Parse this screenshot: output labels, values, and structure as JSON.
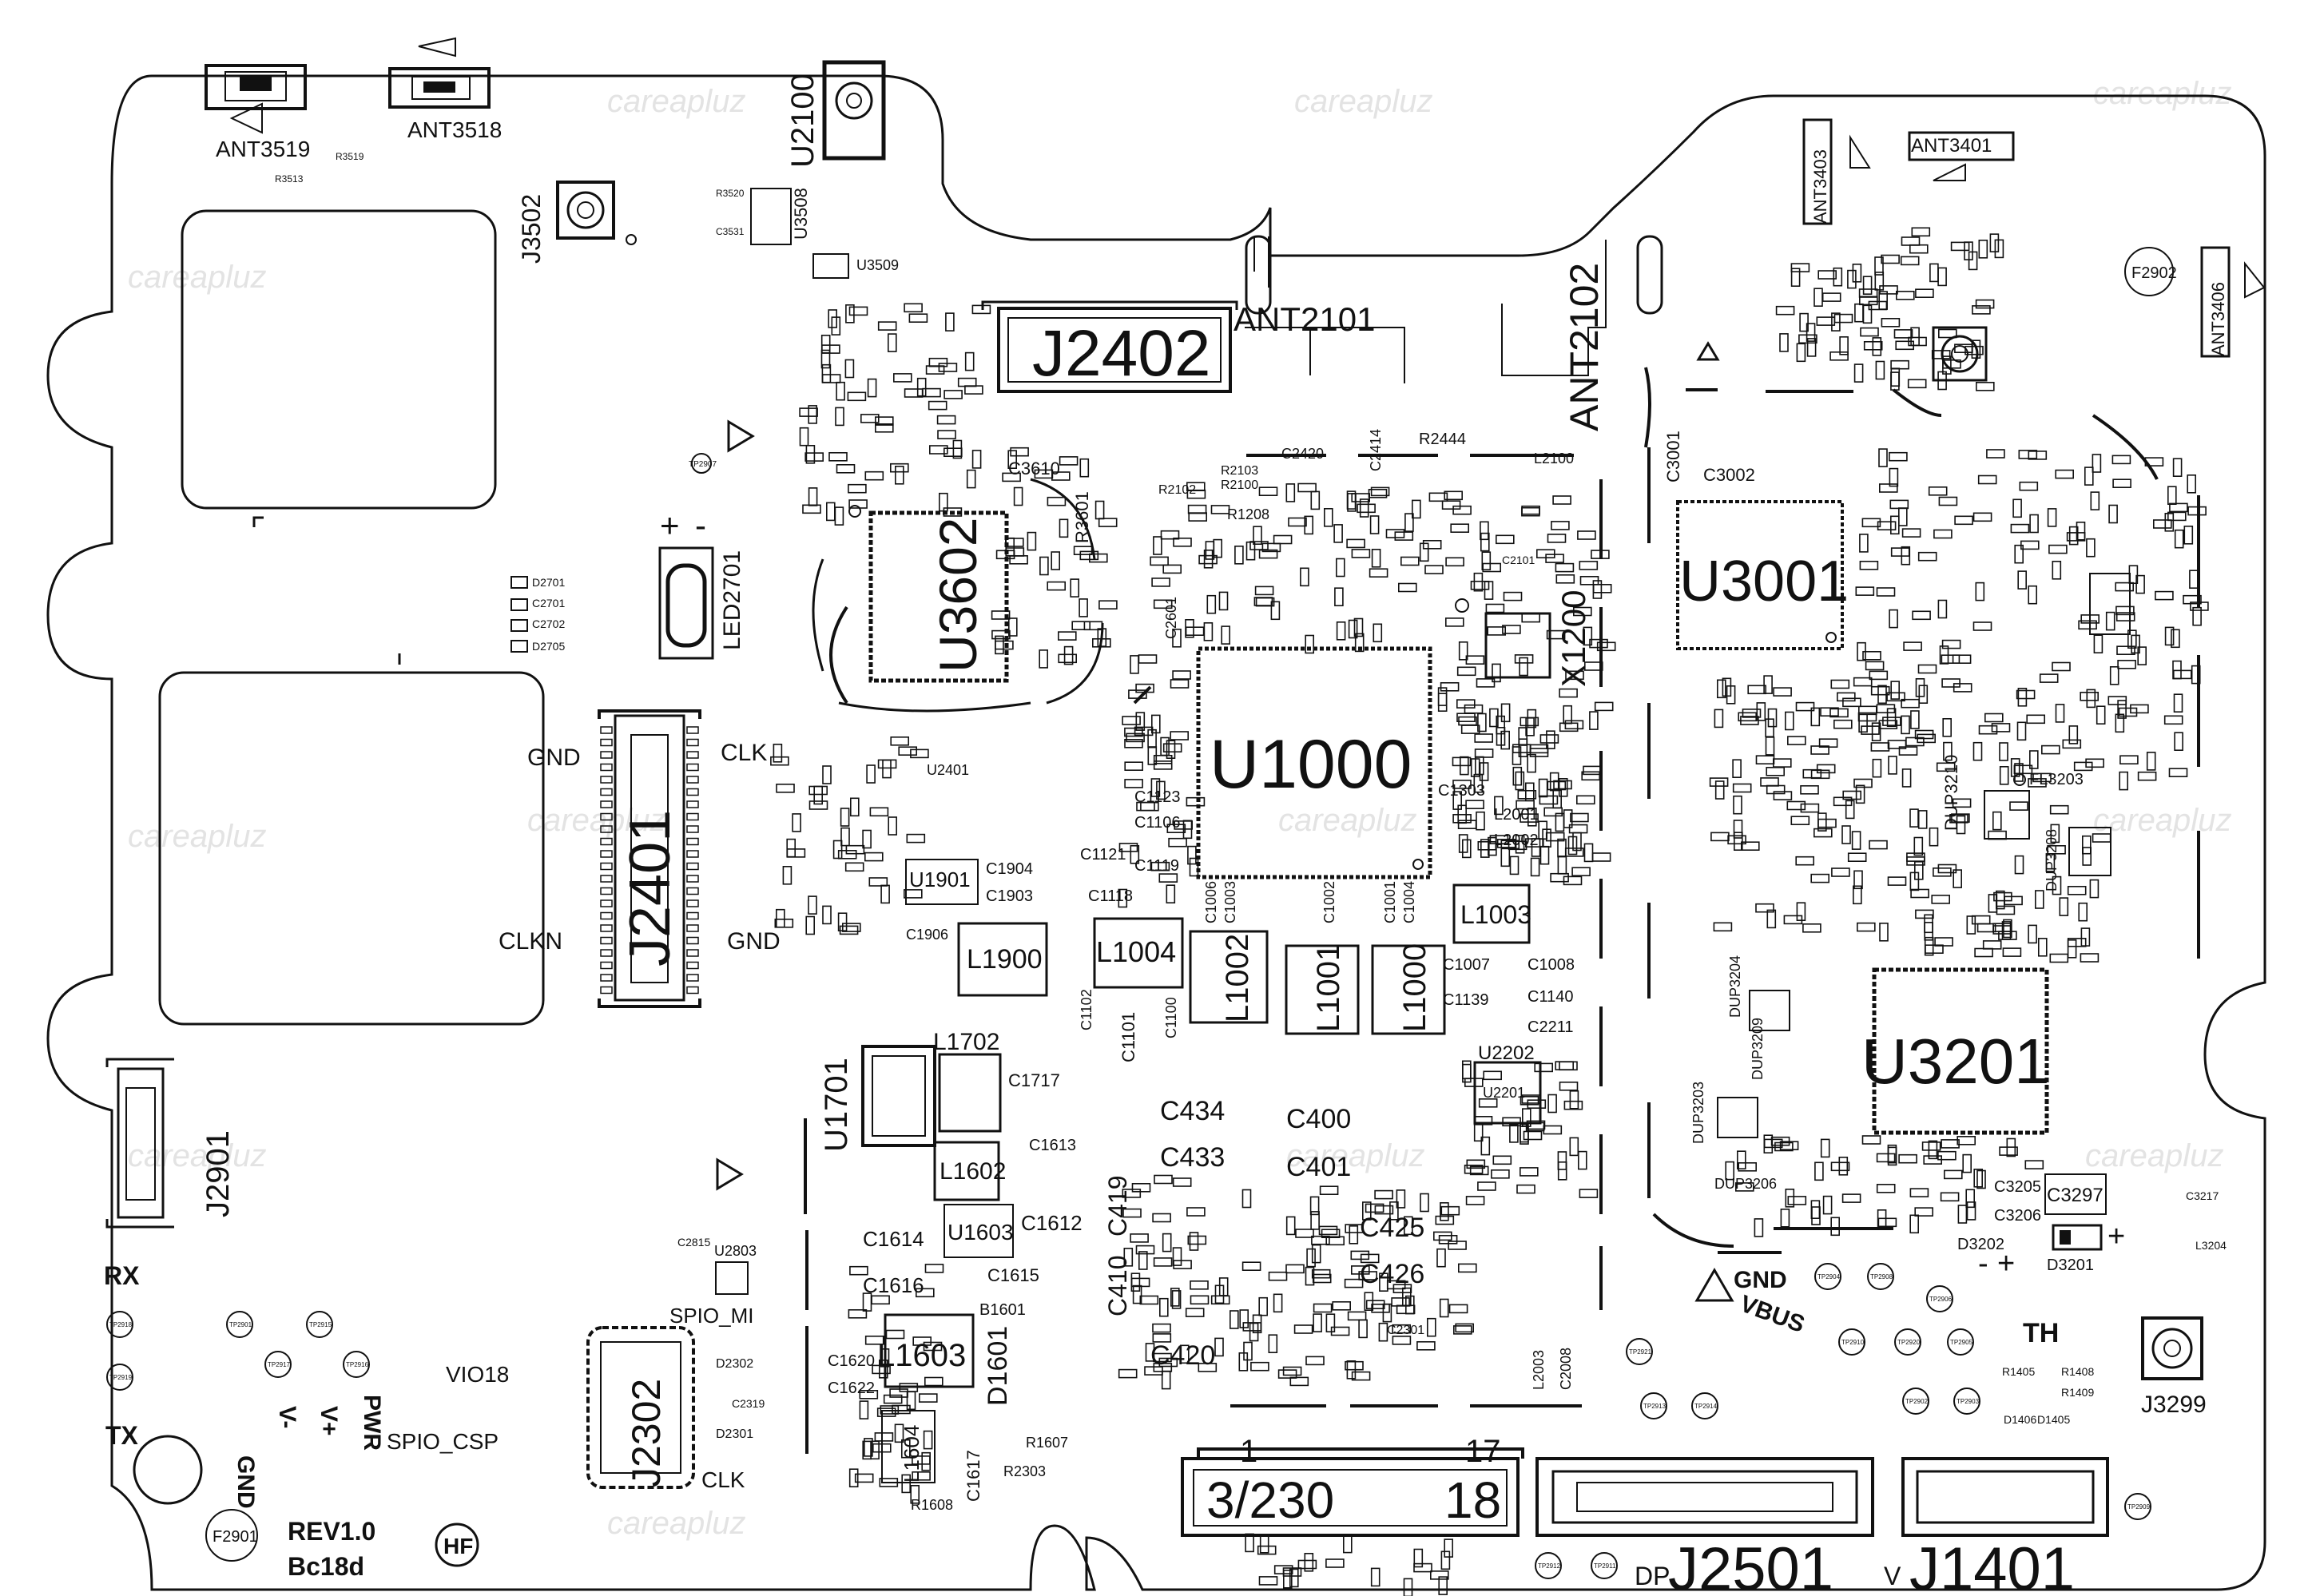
{
  "watermark": "careapluz",
  "big_labels": {
    "u1000": "U1000",
    "u3001": "U3001",
    "u3201": "U3201",
    "u3602": "U3602",
    "j2402": "J2402",
    "j2401": "J2401",
    "j2501": "J2501",
    "j1401": "J1401",
    "j2302": "J2302",
    "j2901": "J2901",
    "u2100": "U2100",
    "ant2101": "ANT2101",
    "ant2102": "ANT2102",
    "x1200": "X1200",
    "l1603": "L1603",
    "l1900": "L1900",
    "l1004": "L1004",
    "l1002": "L1002",
    "l1001": "L1001",
    "l1000": "L1000",
    "l1003": "L1003",
    "u1701": "U1701",
    "l1702": "L1702",
    "l1602": "L1602",
    "u1603": "U1603",
    "j3502": "J3502",
    "led2701": "LED2701",
    "c434": "C434",
    "c433": "C433",
    "c400": "C400",
    "c401": "C401",
    "c425": "C425",
    "c426": "C426",
    "c420": "C420",
    "c419": "C419",
    "c410": "C410",
    "u1901": "U1901",
    "l1604": "L1604"
  },
  "pins": {
    "gnd_left": "GND",
    "clk_right": "CLK",
    "clkn": "CLKN",
    "gnd_right": "GND",
    "spio_mi": "SPIO_MI",
    "vio18": "VIO18",
    "spio_csp": "SPIO_CSP",
    "clk_low": "CLK",
    "rx": "RX",
    "tx": "TX",
    "gnd_bottom": "GND",
    "v_minus": "V-",
    "v_plus": "V+",
    "pwr": "PWR",
    "gnd_vbus": "GND",
    "vbus": "VBUS",
    "th": "TH",
    "dp": "DP",
    "v": "V",
    "plus": "+",
    "minus": "-"
  },
  "footer": {
    "rev": "REV1.0",
    "code": "Bc18d",
    "hf": "HF"
  },
  "small_labels": {
    "ant3519": "ANT3519",
    "ant3518": "ANT3518",
    "ant3401": "ANT3401",
    "ant3403": "ANT3403",
    "ant3406": "ANT3406",
    "j3299": "J3299",
    "u3509": "U3509",
    "u3508": "U3508",
    "c3610": "C3610",
    "r3601": "R3601",
    "c2101": "C2101",
    "l2100": "L2100",
    "r2444": "R2444",
    "c2414": "C2414",
    "c2420": "C2420",
    "r2103": "R2103",
    "r2100": "R2100",
    "r2102": "R2102",
    "r1208": "R1208",
    "c2601": "C2601",
    "c3002": "C3002",
    "c3001": "C3001",
    "u2401": "U2401",
    "c1904": "C1904",
    "c1903": "C1903",
    "c1906": "C1906",
    "c1123": "C1123",
    "c1106": "C1106",
    "c1121": "C1121",
    "c1119": "C1119",
    "c1118": "C1118",
    "c1303": "C1303",
    "l2001": "L2001",
    "l2002": "L2002",
    "c1007": "C1007",
    "c1008": "C1008",
    "c1139": "C1139",
    "c1140": "C1140",
    "c2211": "C2211",
    "u2201": "U2201",
    "u2202": "U2202",
    "c1717": "C1717",
    "c1613": "C1613",
    "c1612": "C1612",
    "c1614": "C1614",
    "c1616": "C1616",
    "c1615": "C1615",
    "b1601": "B1601",
    "c1620": "C1620",
    "c1622": "C1622",
    "c1617": "C1617",
    "d1601": "D1601",
    "r1607": "R1607",
    "r1608": "R1608",
    "r2303": "R2303",
    "u2803": "U2803",
    "c2815": "C2815",
    "c3205": "C3205",
    "c3206": "C3206",
    "c3297": "C3297",
    "d3202": "D3202",
    "d3201": "D3201",
    "l3204": "L3204",
    "c3217": "C3217",
    "fl3203": "FL3203",
    "dup3210": "DUP3210",
    "dup3208": "DUP3208",
    "dup3204": "DUP3204",
    "dup3209": "DUP3209",
    "dup3203": "DUP3203",
    "dup3206": "DUP3206",
    "f2902": "F2902",
    "f2901": "F2901",
    "tp2907": "TP2907",
    "tp2918": "TP2918",
    "tp2919": "TP2919",
    "tp2901": "TP2901",
    "tp2915": "TP2915",
    "tp2917": "TP2917",
    "tp2916": "TP2916",
    "tp2904": "TP2904",
    "tp2908": "TP2908",
    "tp2906": "TP2906",
    "tp2910": "TP2910",
    "tp2920": "TP2920",
    "tp2902": "TP2902",
    "tp2903": "TP2903",
    "tp2905": "TP2905",
    "tp2909": "TP2909",
    "tp2912": "TP2912",
    "tp2911": "TP2911",
    "tp2913": "TP2913",
    "tp2914": "TP2914",
    "tp2921": "TP2921",
    "d2701": "D2701",
    "c2701": "C2701",
    "c2702": "C2702",
    "d2705": "D2705",
    "r1408": "R1408",
    "r1409": "R1409",
    "d1406": "D1406",
    "d1405": "D1405",
    "r1405": "R1405",
    "c2319": "C2319",
    "d2302": "D2302",
    "d2301": "D2301",
    "c2301": "C2301",
    "l2003": "L2003",
    "c2008": "C2008",
    "c1101": "C1101",
    "c1102": "C1102",
    "c1100": "C1100",
    "c1006": "C1006",
    "c1003": "C1003",
    "c1002": "C1002",
    "c1001": "C1001",
    "c1004": "C1004",
    "r3519": "R3519",
    "r3513": "R3513",
    "r3520": "R3520",
    "c3531": "C3531",
    "j30_1": "1",
    "j30_17": "17",
    "j30_18": "18",
    "j230": "3/230"
  }
}
